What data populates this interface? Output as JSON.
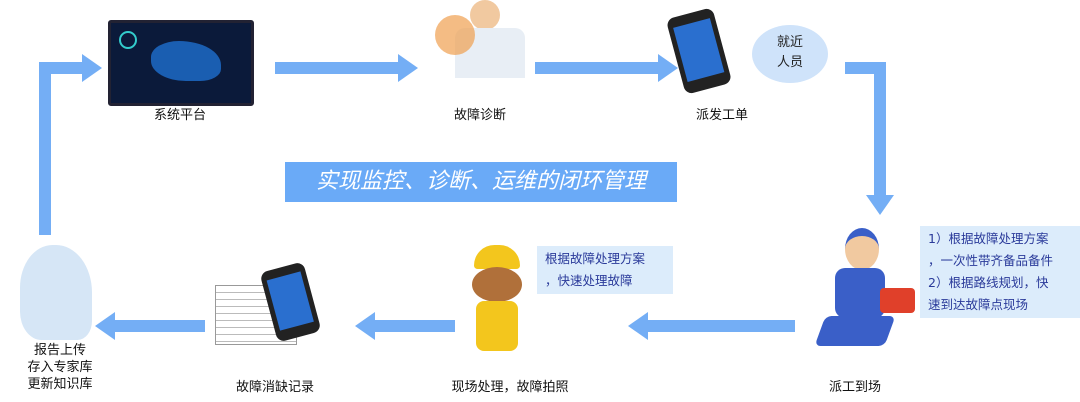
{
  "banner": {
    "text": "实现监控、诊断、运维的闭环管理"
  },
  "steps": [
    {
      "label": "系统平台"
    },
    {
      "label": "故障诊断"
    },
    {
      "label": "派发工单",
      "bubble": "就近人员"
    },
    {
      "label": "派工到场",
      "bubble": [
        "1）根据故障处理方案",
        "，一次性带齐备品备件",
        "2）根据路线规划，快",
        "速到达故障点现场"
      ]
    },
    {
      "label": "现场处理，故障拍照",
      "bubble": [
        "根据故障处理方案",
        "，快速处理故障"
      ]
    },
    {
      "label": "故障消缺记录"
    },
    {
      "label": [
        "报告上传",
        "存入专家库",
        "更新知识库"
      ]
    }
  ],
  "colors": {
    "arrow": "#74aef5",
    "banner": "#6aaaf7",
    "bubble": "#dcecfb",
    "bubble_text": "#2a3a9a"
  }
}
